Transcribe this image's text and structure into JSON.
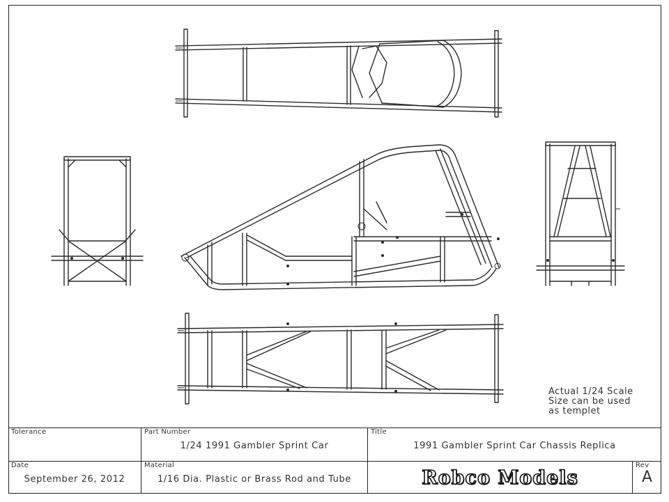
{
  "note": {
    "line1": "Actual 1/24 Scale",
    "line2": "Size can be used",
    "line3": "as templet"
  },
  "title_block": {
    "tolerance_label": "Tolerance",
    "tolerance_value": "",
    "part_number_label": "Part Number",
    "part_number_value": "1/24 1991 Gambler Sprint Car",
    "title_label": "Title",
    "title_value": "1991 Gambler Sprint Car Chassis Replica",
    "date_label": "Date",
    "date_value": "September 26, 2012",
    "material_label": "Material",
    "material_value": "1/16 Dia. Plastic or Brass Rod and Tube",
    "company": "Robco Models",
    "rev_label": "Rev",
    "rev_value": "A"
  }
}
